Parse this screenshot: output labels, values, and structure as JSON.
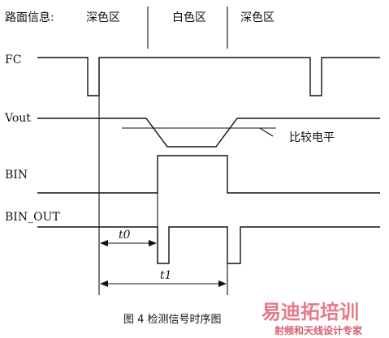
{
  "road_info": {
    "label": "路面信息:",
    "zones": [
      "深色区",
      "白色区",
      "深色区"
    ]
  },
  "signals": {
    "fc": "FC",
    "vout": "Vout",
    "bin": "BIN",
    "bin_out": "BIN_OUT"
  },
  "annotations": {
    "compare_level": "比较电平",
    "t0": "t0",
    "t1": "t1"
  },
  "caption": "图 4  检测信号时序图",
  "watermark": {
    "brand": "易迪拓培训",
    "slogan": "射频和天线设计专家"
  }
}
